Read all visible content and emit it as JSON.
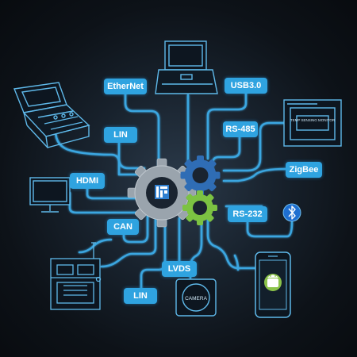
{
  "labels": {
    "ethernet": "EtherNet",
    "usb": "USB3.0",
    "lin_top": "LIN",
    "rs485": "RS-485",
    "hdmi": "HDMI",
    "zigbee": "ZigBee",
    "rs232": "RS-232",
    "can": "CAN",
    "lvds": "LVDS",
    "lin_bottom": "LIN"
  },
  "devices": {
    "monitor_panel_title": "TEMP SENSING MONITOR",
    "camera_text": "CAMERA"
  },
  "colors": {
    "line": "#3aa6e0",
    "label_bg": "#2fa3e0",
    "gear_gray": "#9aa4ad",
    "gear_blue": "#2f6db5",
    "gear_green": "#7cc242",
    "bluetooth": "#1f6fd0",
    "android": "#8bc34a"
  }
}
